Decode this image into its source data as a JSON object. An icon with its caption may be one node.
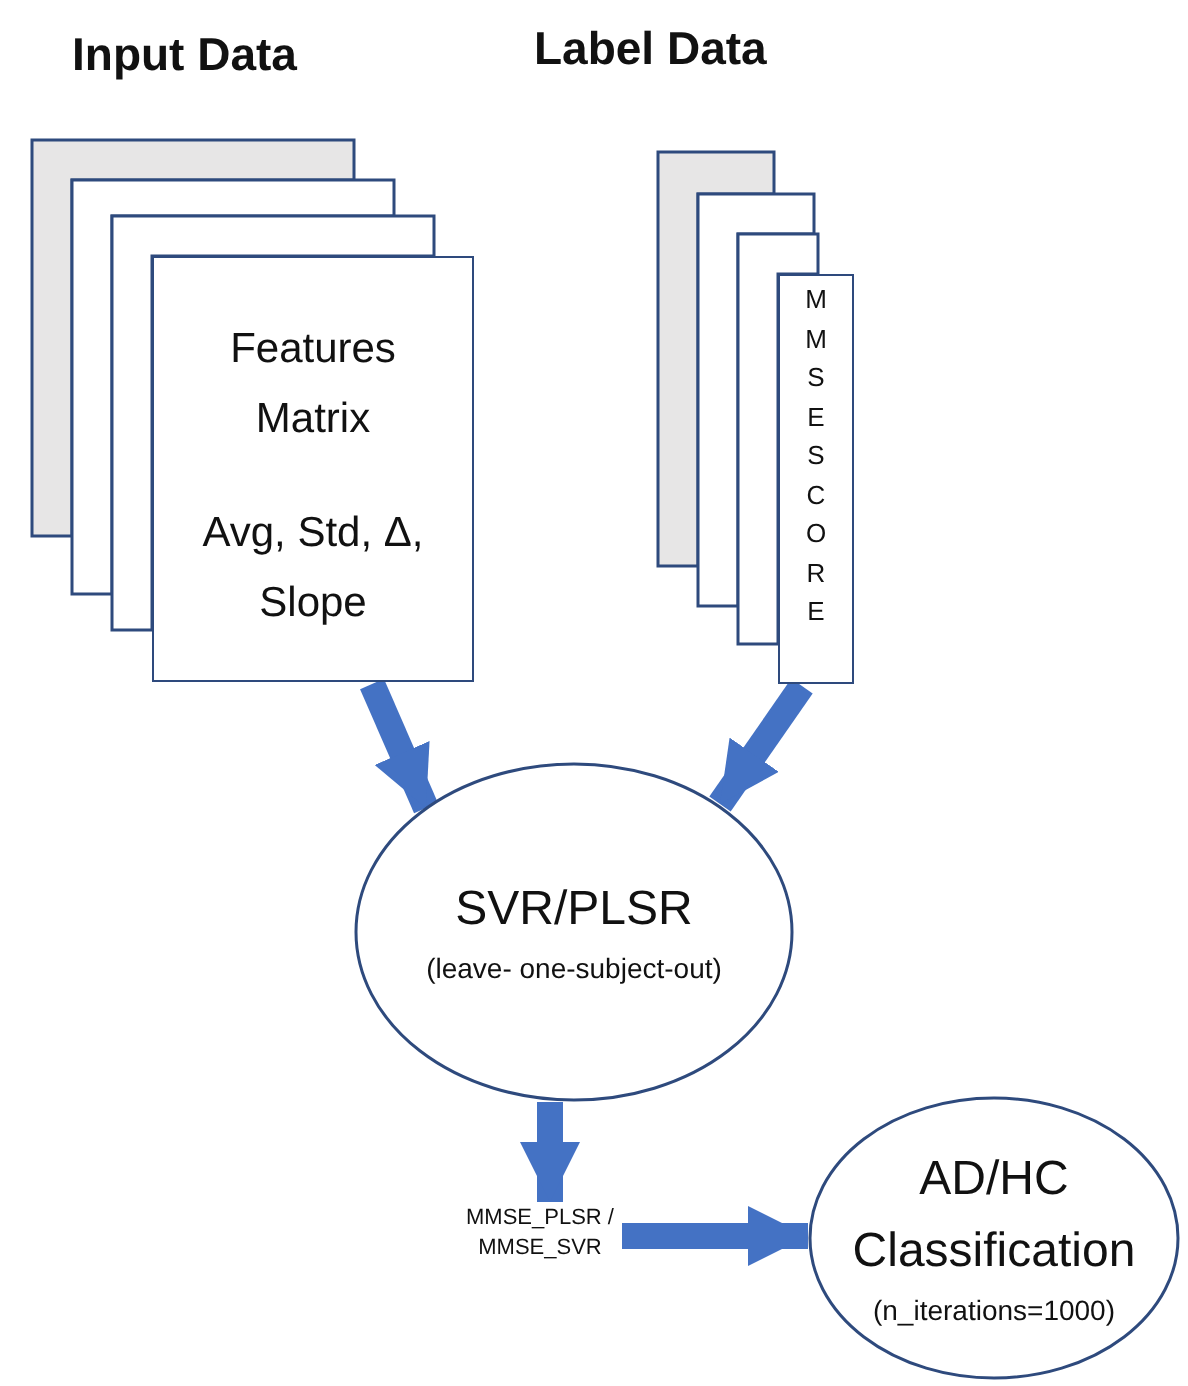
{
  "diagram": {
    "nodes": [
      {
        "text": [
          "Features Matrix",
          "Avg, Std, Δ, Slope"
        ]
      },
      {
        "text": [
          "MMSE SCORE"
        ]
      },
      {
        "text": [
          "SVR/PLSR",
          "(leave- one-subject-out)"
        ]
      },
      {
        "text": [
          "MMSE_PLSR / MMSE_SVR"
        ]
      },
      {
        "text": [
          "AD/HC Classification",
          "(n_iterations=1000)"
        ]
      }
    ],
    "edges": [
      {
        "from": 0,
        "to": 2,
        "arrow": "to"
      },
      {
        "from": 1,
        "to": 2,
        "arrow": "to"
      },
      {
        "from": 2,
        "to": 3,
        "arrow": "to"
      },
      {
        "from": 3,
        "to": 4,
        "arrow": "to"
      }
    ],
    "labels": [
      "Input Data",
      "Label Data"
    ]
  }
}
